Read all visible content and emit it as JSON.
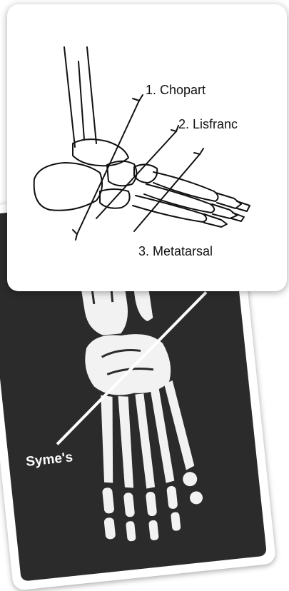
{
  "top_diagram": {
    "labels": {
      "chopart": "1. Chopart",
      "lisfranc": "2. Lisfranc",
      "metatarsal": "3. Metatarsal"
    }
  },
  "bottom_diagram": {
    "labels": {
      "symes": "Syme's"
    }
  }
}
